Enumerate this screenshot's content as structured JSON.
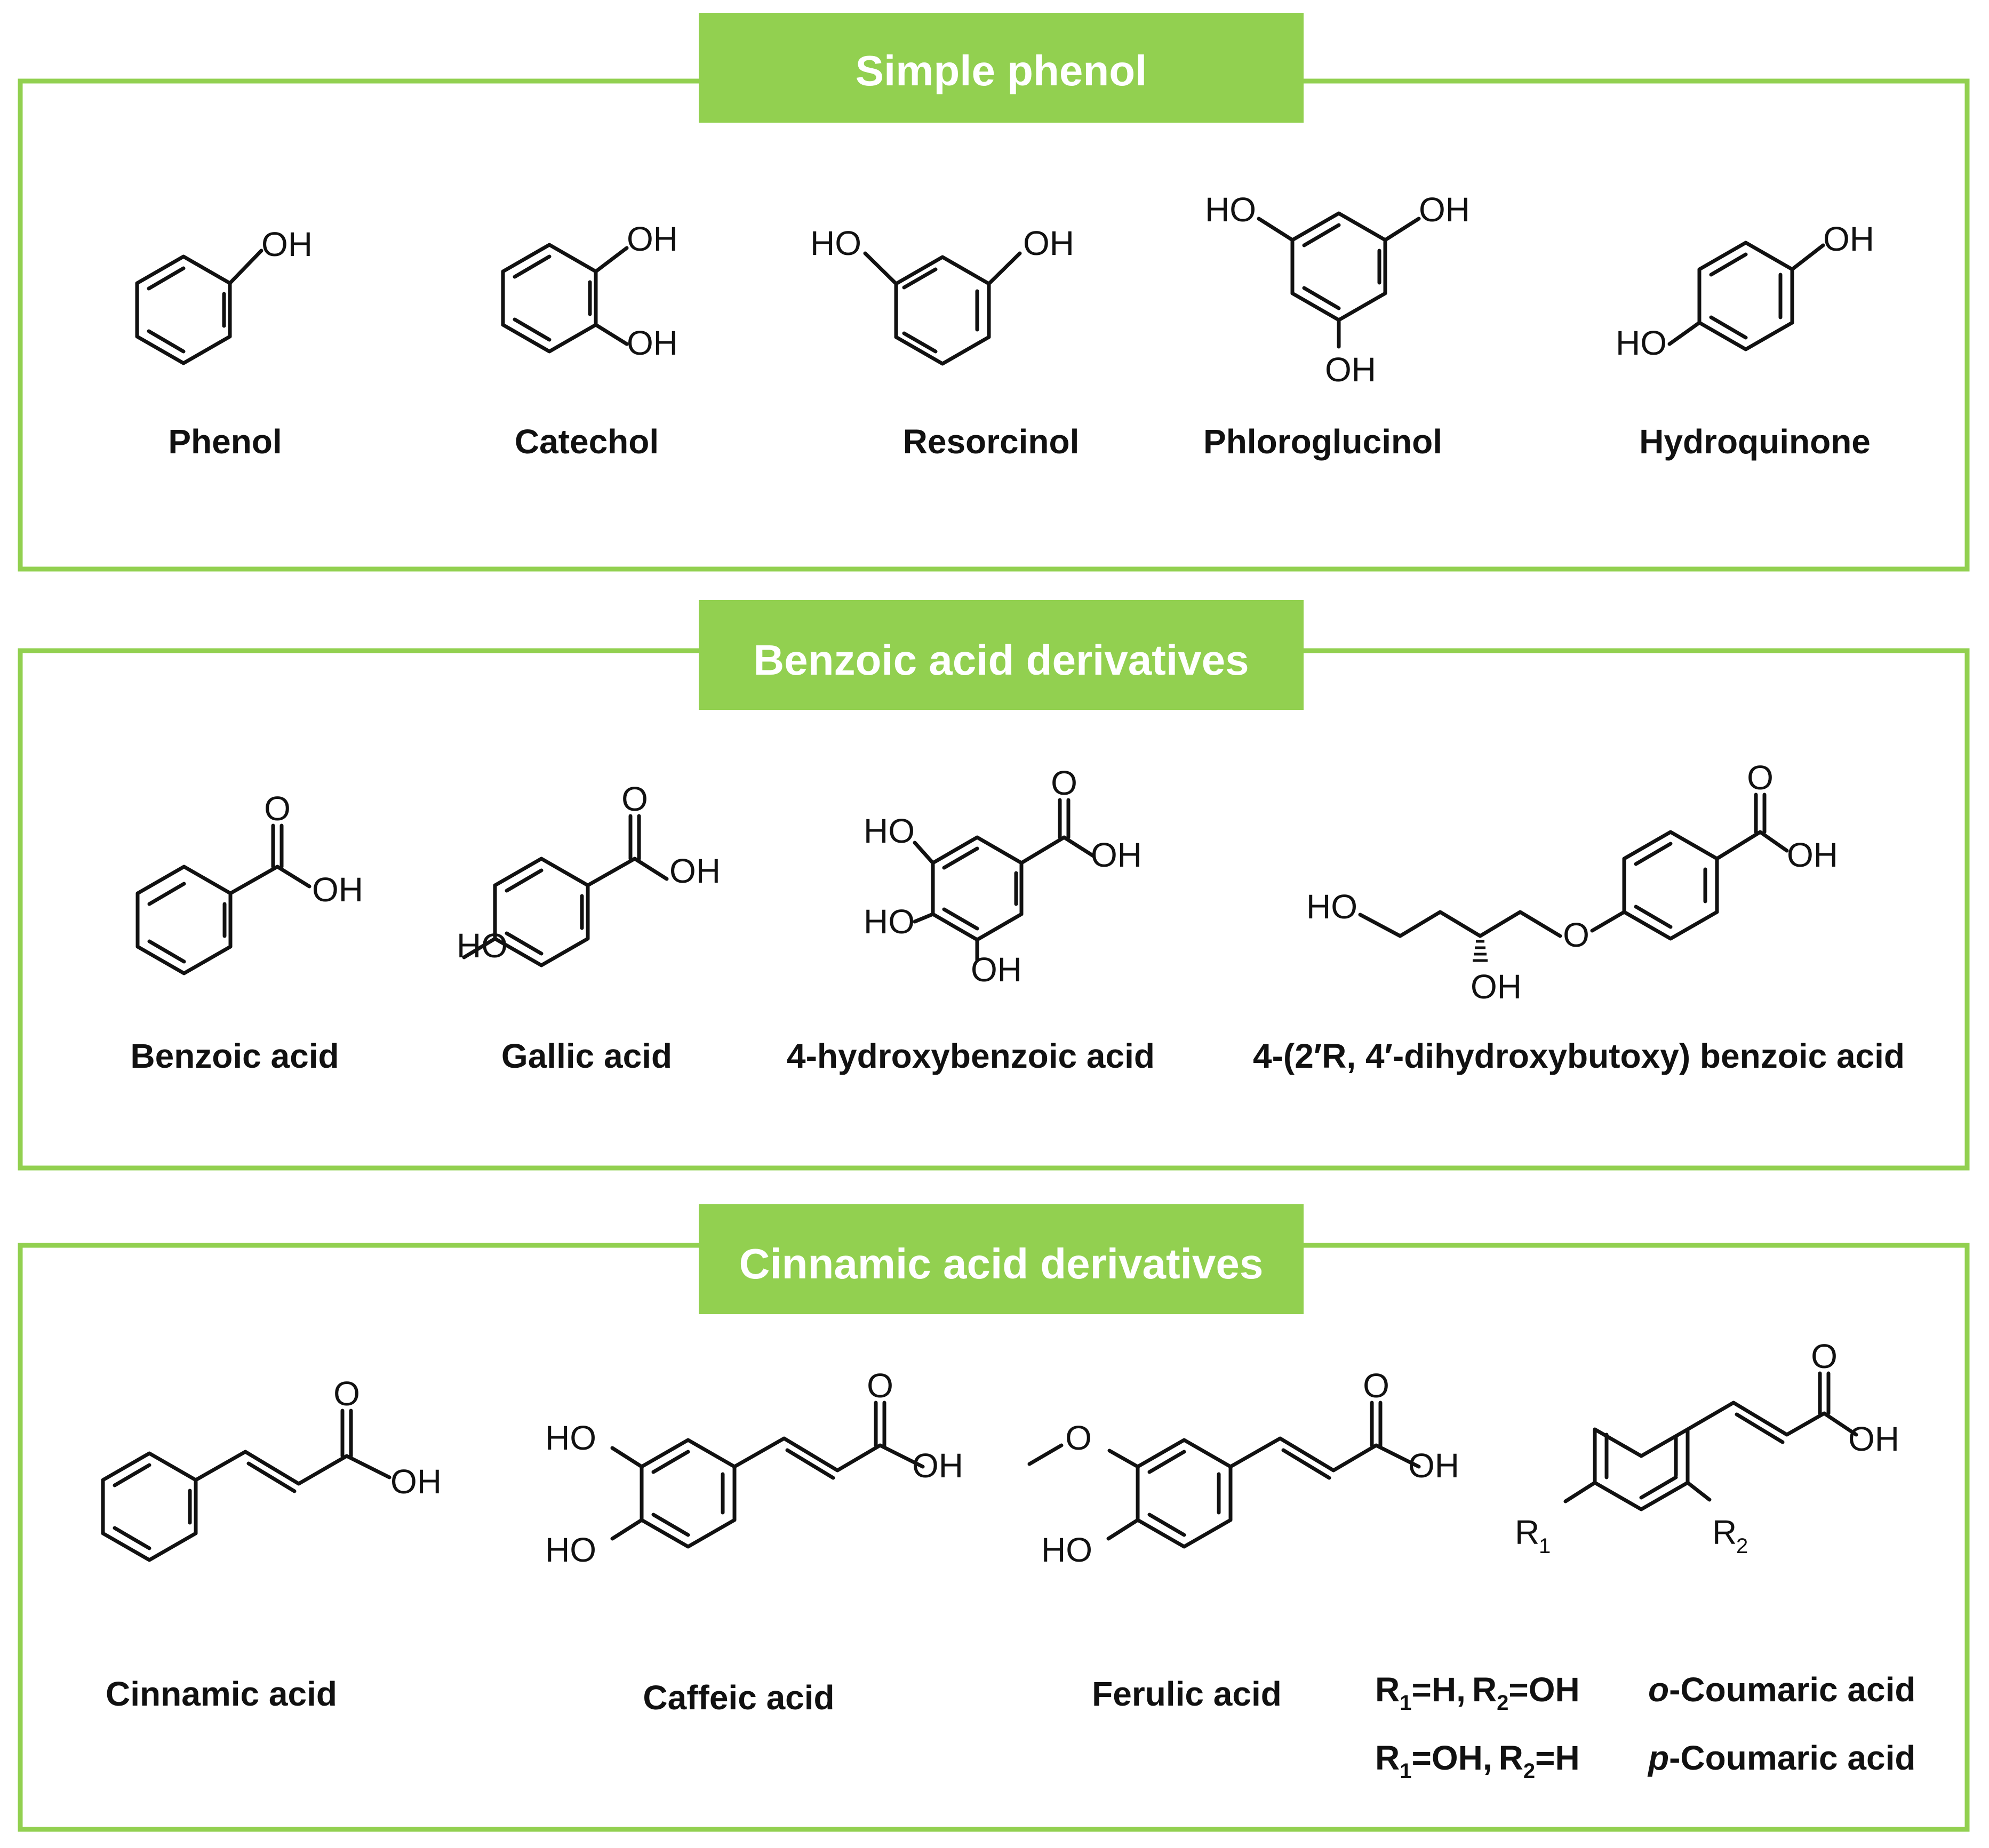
{
  "colors": {
    "frame_green": "#92d050",
    "text": "#111111",
    "banner_text": "#ffffff"
  },
  "sections": {
    "simple": {
      "title": "Simple phenol",
      "names": [
        "Phenol",
        "Catechol",
        "Resorcinol",
        "Phloroglucinol",
        "Hydroquinone"
      ]
    },
    "benzoic": {
      "title": "Benzoic acid derivatives",
      "names": [
        "Benzoic acid",
        "Gallic acid",
        "4-hydroxybenzoic acid",
        "4-(2′R, 4′-dihydroxybutoxy) benzoic acid"
      ]
    },
    "cinnamic": {
      "title": "Cinnamic acid derivatives",
      "names": [
        "Cinnamic acid",
        "Caffeic acid",
        "Ferulic acid"
      ],
      "coumaric": {
        "o_italic": "o",
        "o_name": "-Coumaric acid",
        "p_italic": "p",
        "p_name": "-Coumaric acid"
      }
    }
  },
  "atoms": {
    "oh": "OH",
    "ho": "HO",
    "o": "O",
    "r": "R",
    "r1_sub": "1",
    "r2_sub": "2",
    "eq_h": "=H,",
    "eq_oh": "=OH,",
    "eq_oh_end": "=OH",
    "eq_h_end": "=H",
    "r2_space": "R"
  },
  "icons": [
    "stereo-hash-bond-icon"
  ]
}
